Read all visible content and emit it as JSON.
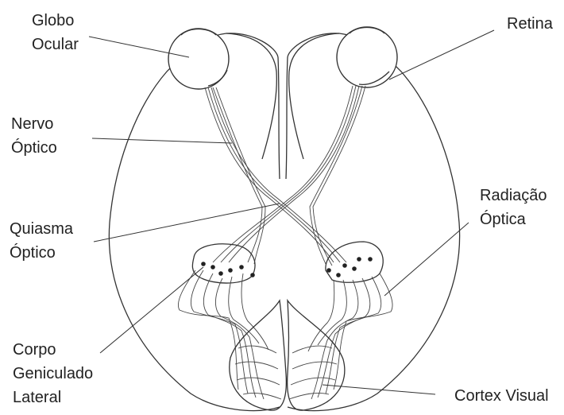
{
  "labels": {
    "globo_ocular": [
      "Globo",
      "Ocular"
    ],
    "retina": [
      "Retina"
    ],
    "nervo_optico": [
      "Nervo",
      "Óptico"
    ],
    "quiasma_optico": [
      "Quiasma",
      "Óptico"
    ],
    "radiacao_optica": [
      "Radiação",
      "Óptica"
    ],
    "corpo_geniculado_lateral": [
      "Corpo",
      "Geniculado",
      "Lateral"
    ],
    "cortex_visual": [
      "Cortex Visual"
    ]
  }
}
